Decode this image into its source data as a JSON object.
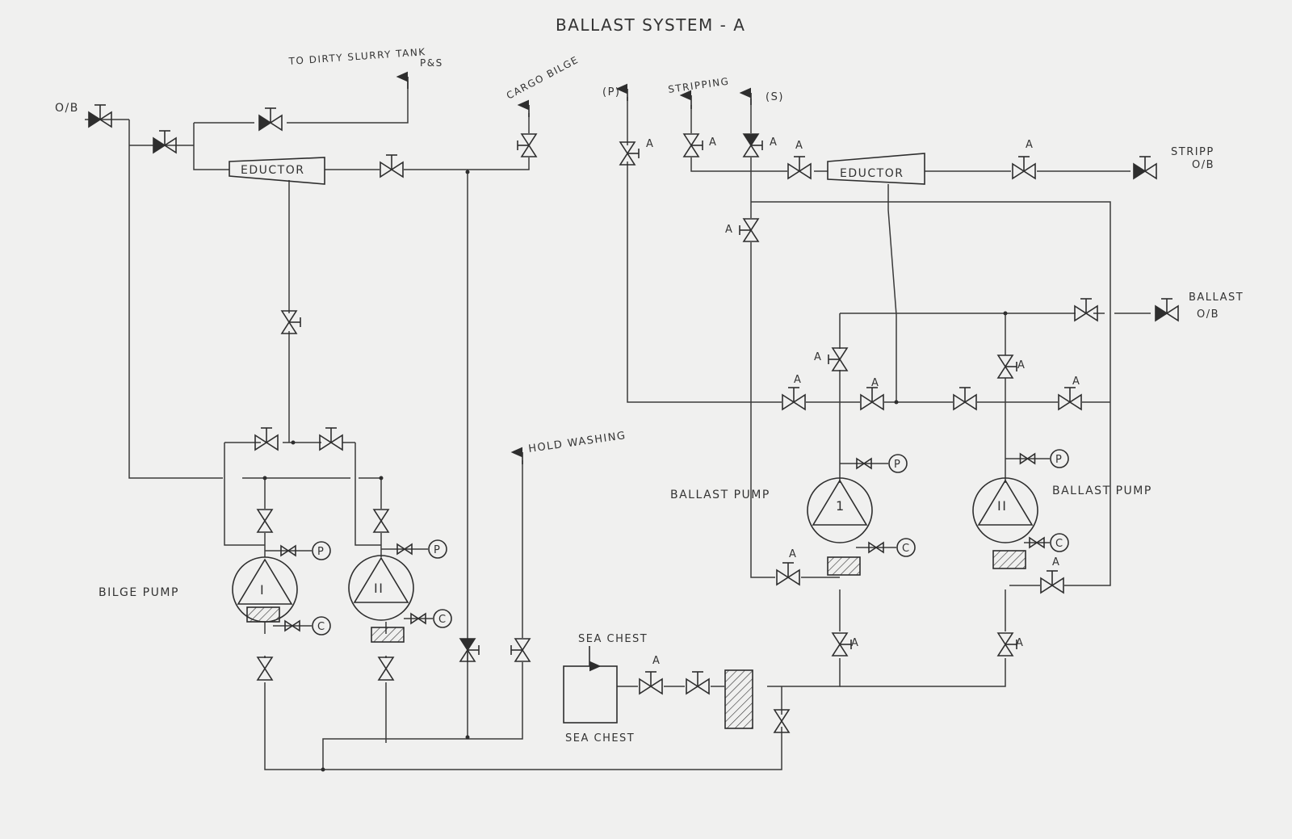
{
  "title": "BALLAST SYSTEM - A",
  "labels": {
    "to_dirty_slurry_tank": "TO DIRTY SLURRY TANK",
    "p_and_s": "P&S",
    "cargo_bilge": "CARGO BILGE",
    "ob_left": "O/B",
    "eductor_left": "EDUCTOR",
    "eductor_right": "EDUCTOR",
    "port": "(P)",
    "stripping": "STRIPPING",
    "starboard": "(S)",
    "stripp": "STRIPP",
    "stripp_ob": "O/B",
    "ballast": "BALLAST",
    "ballast_ob": "O/B",
    "hold_washing": "HOLD WASHING",
    "ballast_pump_1": "BALLAST PUMP",
    "ballast_pump_2": "BALLAST PUMP",
    "bilge_pump": "BILGE PUMP",
    "sea_chest_top": "SEA CHEST",
    "sea_chest_bottom": "SEA CHEST",
    "actuated": "A"
  },
  "pumps": {
    "bilge_1": "I",
    "bilge_2": "II",
    "ballast_1": "1",
    "ballast_2": "II"
  },
  "gauges": {
    "pressure": "P",
    "compound": "C"
  }
}
